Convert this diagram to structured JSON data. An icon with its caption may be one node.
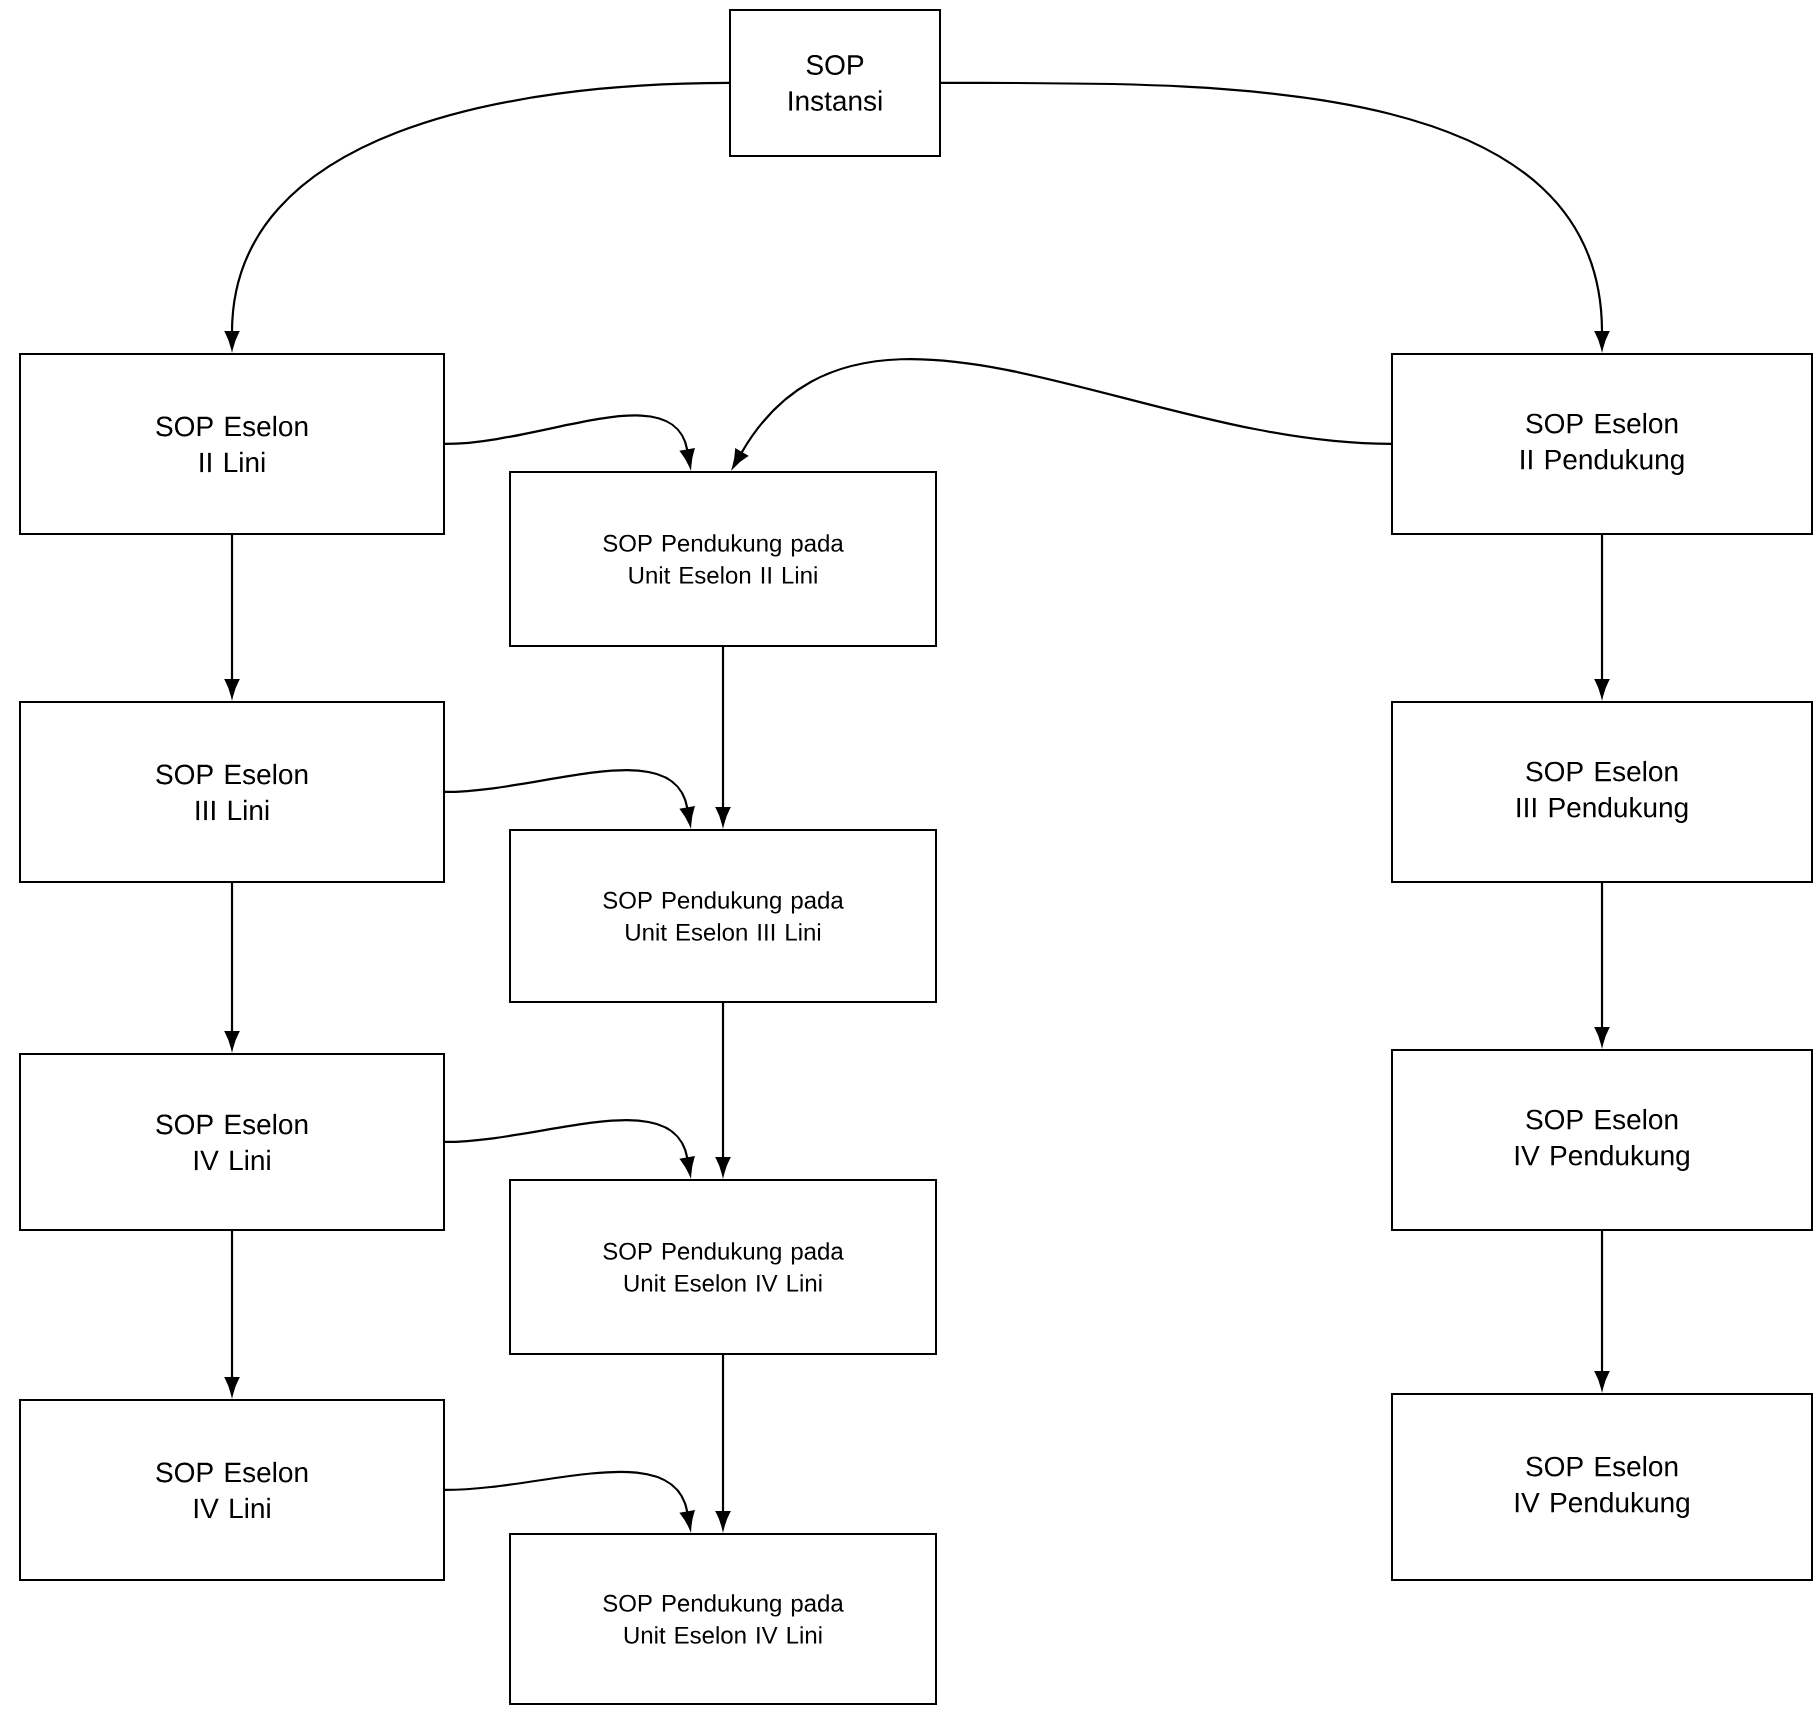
{
  "diagram": {
    "nodes": [
      {
        "text": [
          "SOP Instansi"
        ]
      },
      {
        "text": [
          "SOP Eselon II Lini"
        ]
      },
      {
        "text": [
          "SOP Eselon II Pendukung"
        ]
      },
      {
        "text": [
          "SOP Pendukung pada Unit Eselon II Lini"
        ]
      },
      {
        "text": [
          "SOP Eselon III Lini"
        ]
      },
      {
        "text": [
          "SOP Eselon III Pendukung"
        ]
      },
      {
        "text": [
          "SOP Pendukung pada Unit Eselon III Lini"
        ]
      },
      {
        "text": [
          "SOP Eselon IV Lini"
        ]
      },
      {
        "text": [
          "SOP Eselon IV Pendukung"
        ]
      },
      {
        "text": [
          "SOP Pendukung pada Unit Eselon IV Lini"
        ]
      },
      {
        "text": [
          "SOP Eselon IV Lini"
        ]
      },
      {
        "text": [
          "SOP Eselon IV Pendukung"
        ]
      },
      {
        "text": [
          "SOP Pendukung pada Unit Eselon IV Lini"
        ]
      }
    ],
    "edges": [
      {
        "from": 0,
        "to": 1,
        "arrow": "to"
      },
      {
        "from": 0,
        "to": 2,
        "arrow": "to"
      },
      {
        "from": 1,
        "to": 3,
        "arrow": "to"
      },
      {
        "from": 2,
        "to": 3,
        "arrow": "to"
      },
      {
        "from": 1,
        "to": 4,
        "arrow": "to"
      },
      {
        "from": 3,
        "to": 6,
        "arrow": "to"
      },
      {
        "from": 2,
        "to": 5,
        "arrow": "to"
      },
      {
        "from": 4,
        "to": 6,
        "arrow": "to"
      },
      {
        "from": 4,
        "to": 7,
        "arrow": "to"
      },
      {
        "from": 6,
        "to": 9,
        "arrow": "to"
      },
      {
        "from": 5,
        "to": 8,
        "arrow": "to"
      },
      {
        "from": 7,
        "to": 9,
        "arrow": "to"
      },
      {
        "from": 7,
        "to": 10,
        "arrow": "to"
      },
      {
        "from": 9,
        "to": 12,
        "arrow": "to"
      },
      {
        "from": 8,
        "to": 11,
        "arrow": "to"
      },
      {
        "from": 10,
        "to": 12,
        "arrow": "to"
      }
    ]
  }
}
